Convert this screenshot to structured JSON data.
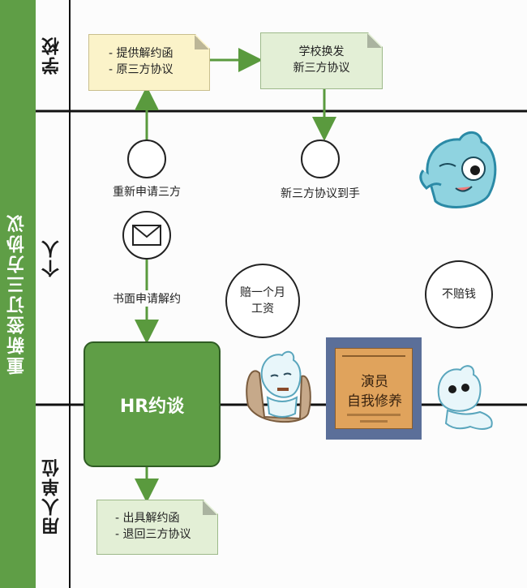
{
  "title": "重新签订三方协议",
  "lanes": {
    "school": "学校",
    "individual": "个人",
    "employer": "用人单位"
  },
  "docs": {
    "provide_letter": [
      "- 提供解约函",
      "- 原三方协议"
    ],
    "school_exchange": [
      "学校换发",
      "新三方协议"
    ],
    "employer_issue": [
      "- 出具解约函",
      "- 退回三方协议"
    ]
  },
  "events": {
    "reapply": "重新申请三方",
    "new_agreement_received": "新三方协议到手",
    "written_application": "书面申请解约"
  },
  "hr_talk": "HR约谈",
  "bubbles": {
    "compensate_month": [
      "赔一个月",
      "工资"
    ],
    "no_compensation": "不赔钱"
  },
  "book": {
    "title_line1": "演员",
    "title_line2": "自我修养"
  },
  "colors": {
    "title_band": "#5f9e46",
    "hr_box": "#5f9e46",
    "doc_yellow": "#fbf3c9",
    "doc_green": "#e3efd6",
    "arrow_green": "#5a9a3e",
    "book_cover": "#e0a35c",
    "book_back": "#5b6f99",
    "mascot_blue": "#7fc8d8"
  },
  "icons": [
    "envelope-icon",
    "mascot-pointing",
    "mascot-sitting",
    "mascot-lying"
  ]
}
